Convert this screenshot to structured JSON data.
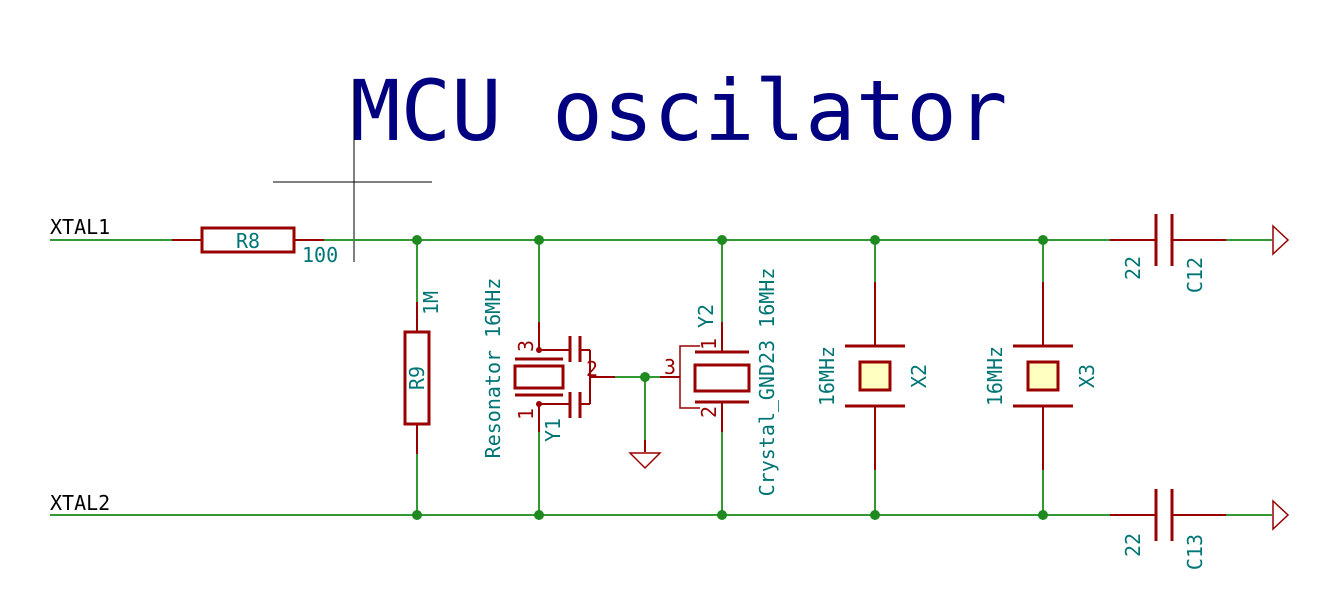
{
  "title": "MCU oscilator",
  "nets": {
    "xtal1": "XTAL1",
    "xtal2": "XTAL2"
  },
  "components": {
    "r8": {
      "ref": "R8",
      "value": "100"
    },
    "r9": {
      "ref": "R9",
      "value": "1M"
    },
    "y1": {
      "ref": "Y1",
      "value": "Resonator 16MHz",
      "pins": [
        "1",
        "2",
        "3"
      ]
    },
    "y2": {
      "ref": "Y2",
      "value": "Crystal_GND23 16MHz",
      "pins": [
        "1",
        "2",
        "3"
      ]
    },
    "x2": {
      "ref": "X2",
      "value": "16MHz"
    },
    "x3": {
      "ref": "X3",
      "value": "16MHz"
    },
    "c12": {
      "ref": "C12",
      "value": "22"
    },
    "c13": {
      "ref": "C13",
      "value": "22"
    }
  },
  "colors": {
    "wire": "#339933",
    "component": "#990000",
    "reference_text": "#007575",
    "title": "#000080",
    "crystal_fill": "#ffffc0"
  }
}
